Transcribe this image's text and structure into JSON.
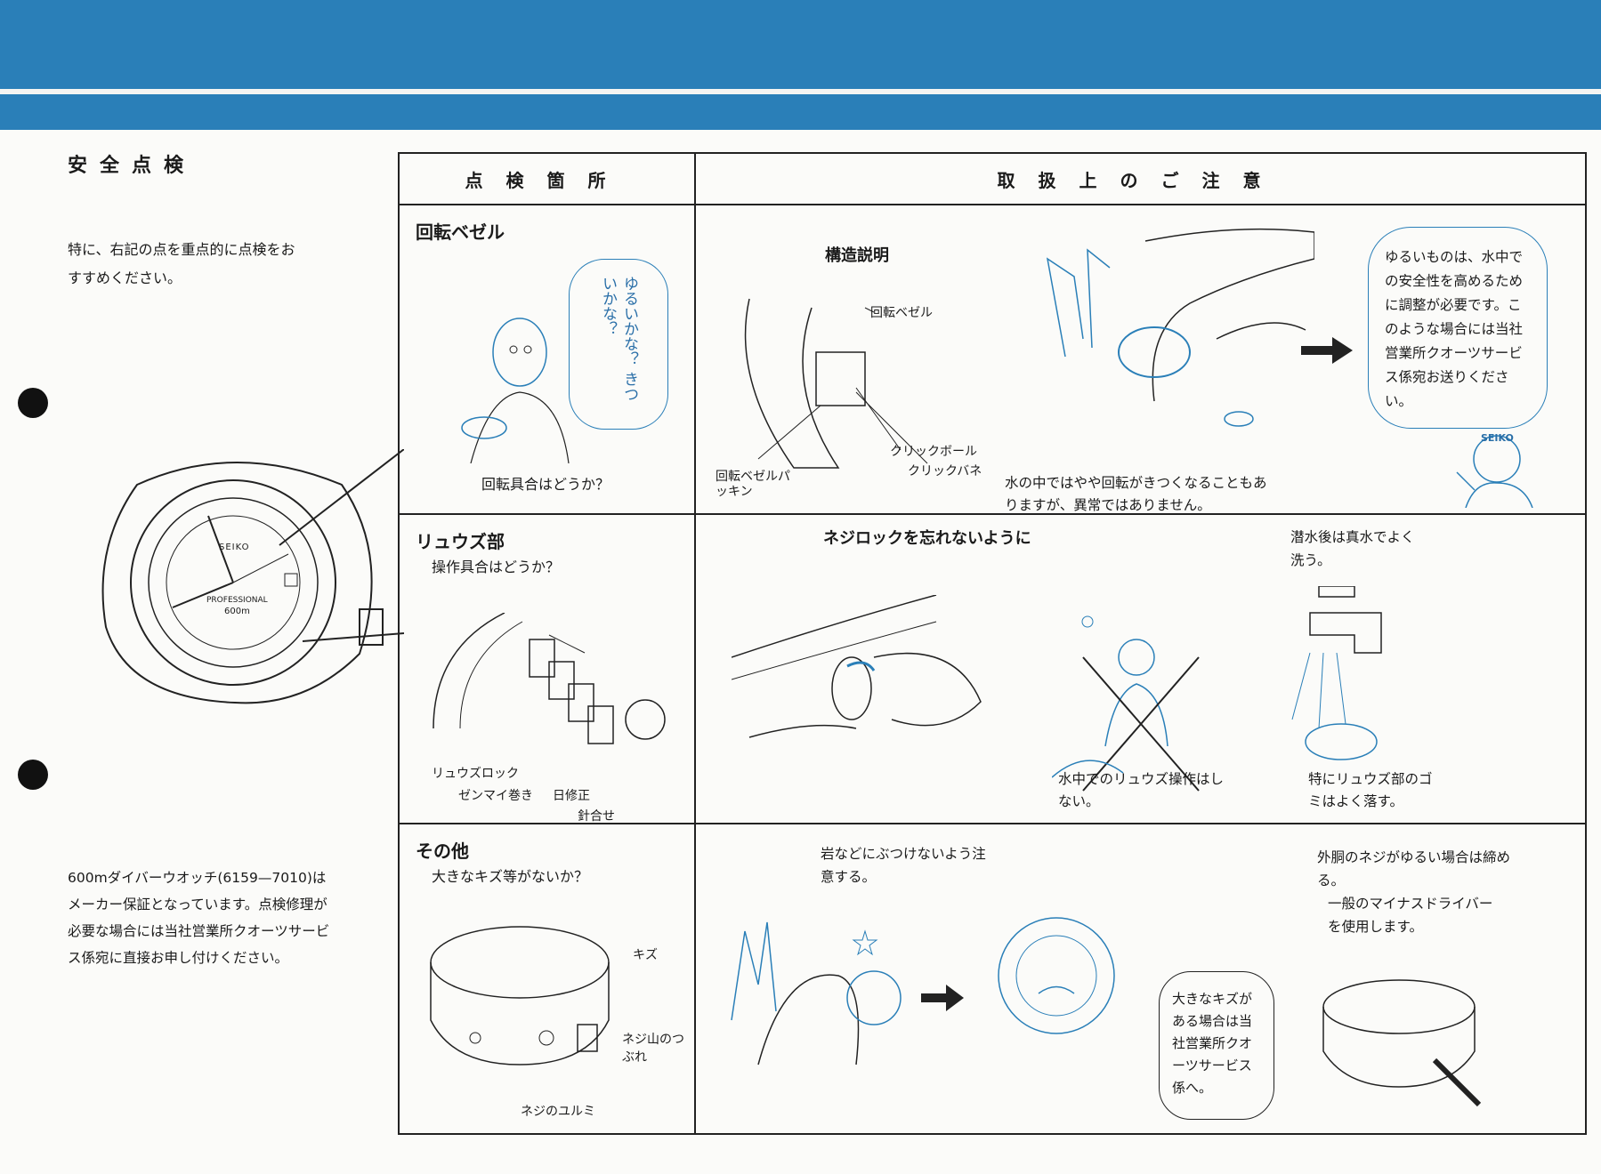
{
  "header": {
    "band_color": "#2a7fb8"
  },
  "left": {
    "title": "安全点検",
    "intro": "特に、右記の点を重点的に点検をおすすめください。",
    "watch_brand": "SEIKO",
    "watch_model": "PROFESSIONAL",
    "watch_depth": "600m",
    "note": "600mダイバーウオッチ(6159—7010)はメーカー保証となっています。点検修理が必要な場合には当社営業所クオーツサービス係宛に直接お申し付けください。"
  },
  "table": {
    "col1_header": "点検箇所",
    "col2_header": "取扱上のご注意",
    "rows": [
      {
        "section": "回転ベゼル",
        "bubble": "ゆるいかな？ きついかな？",
        "question": "回転具合はどうか？",
        "structure_title": "構造説明",
        "labels": [
          "回転ベゼル",
          "クリックボール",
          "クリックバネ",
          "回転ベゼルパッキン"
        ],
        "caption": "水の中ではやや回転がきつくなることもありますが、異常ではありません。",
        "advice": "ゆるいものは、水中での安全性を高めるために調整が必要です。このような場合には当社営業所クオーツサービス係宛お送りください。",
        "cap_logo": "SEIKO"
      },
      {
        "section": "リュウズ部",
        "question": "操作具合はどうか？",
        "labels": [
          "リュウズロック",
          "ゼンマイ巻き",
          "日修正",
          "針合せ"
        ],
        "title": "ネジロックを忘れないように",
        "caption_dive": "水中でのリュウズ操作はしない。",
        "wash_title": "潜水後は真水でよく洗う。",
        "wash_note": "特にリュウズ部のゴミはよく落す。"
      },
      {
        "section": "その他",
        "question": "大きなキズ等がないか？",
        "labels": [
          "キズ",
          "ネジ山のつぶれ",
          "ネジのユルミ"
        ],
        "rock_note": "岩などにぶつけないよう注意する。",
        "bubble": "大きなキズがある場合は当社営業所クオーツサービス係へ。",
        "screw_note": "外胴のネジがゆるい場合は締める。",
        "screw_sub": "一般のマイナスドライバーを使用します。"
      }
    ]
  }
}
